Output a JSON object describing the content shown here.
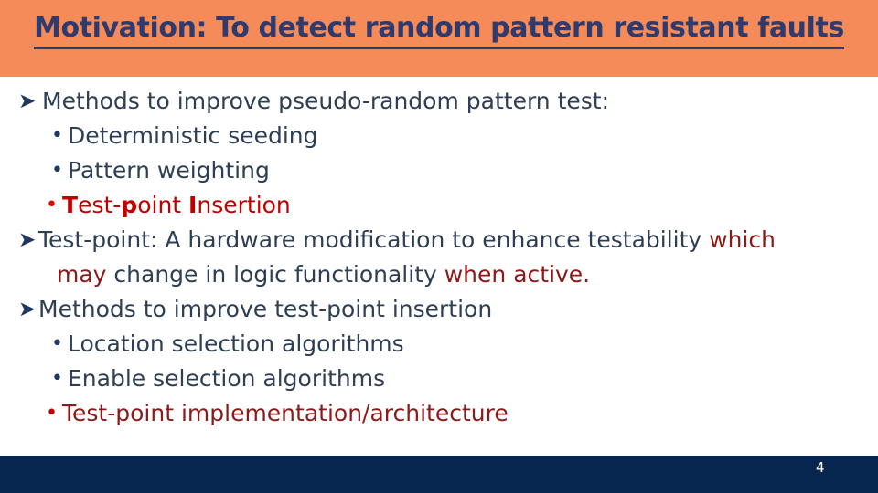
{
  "slide": {
    "title": "Motivation: To detect random pattern resistant faults",
    "page_number": "4",
    "colors": {
      "header_band": "#F58B58",
      "footer_band": "#06264F",
      "title_text": "#2F3A6E",
      "body_text": "#2E3F54",
      "accent_dark_red": "#8B1A1A",
      "accent_bright_red": "#C00000"
    },
    "content": [
      {
        "level": 1,
        "bullet": "arrow-bullet-icon",
        "bullet_glyph": "➤",
        "text": "Methods to improve pseudo-random pattern test:"
      },
      {
        "level": 2,
        "bullet": "round-bullet-icon",
        "bullet_glyph": "•",
        "text": "Deterministic seeding"
      },
      {
        "level": 2,
        "bullet": "round-bullet-icon",
        "bullet_glyph": "•",
        "text": "Pattern weighting"
      },
      {
        "level": 2,
        "bullet": "round-bullet-icon",
        "bullet_glyph": "•",
        "text": "Test-point Insertion",
        "runs": [
          {
            "t": "T",
            "color": "bright-red",
            "weight": "semi"
          },
          {
            "t": "est-",
            "color": "bright-red"
          },
          {
            "t": "p",
            "color": "bright-red",
            "weight": "semi"
          },
          {
            "t": "oint ",
            "color": "bright-red"
          },
          {
            "t": "I",
            "color": "bright-red",
            "weight": "semi"
          },
          {
            "t": "nsertion",
            "color": "bright-red"
          }
        ]
      },
      {
        "level": 1,
        "bullet": "arrow-bullet-icon",
        "bullet_glyph": "➤",
        "text": "Test-point: A hardware modification to enhance testability  which",
        "runs": [
          {
            "t": "Test-point: A hardware modification to enhance testability ",
            "color": "navy"
          },
          {
            "t": " which",
            "color": "dark-red"
          }
        ]
      },
      {
        "level": 0,
        "continuation": true,
        "text": "may change in logic functionality when active.",
        "runs": [
          {
            "t": "may",
            "color": "dark-red"
          },
          {
            "t": " change in logic functionality ",
            "color": "navy"
          },
          {
            "t": "when active.",
            "color": "dark-red"
          }
        ]
      },
      {
        "level": 1,
        "bullet": "arrow-bullet-icon",
        "bullet_glyph": "➤",
        "text": "Methods to improve test-point insertion"
      },
      {
        "level": 2,
        "bullet": "round-bullet-icon",
        "bullet_glyph": "•",
        "text": "Location selection algorithms"
      },
      {
        "level": 2,
        "bullet": "round-bullet-icon",
        "bullet_glyph": "•",
        "text": "Enable selection algorithms"
      },
      {
        "level": 2,
        "bullet": "round-bullet-icon",
        "bullet_glyph": "•",
        "text": "Test-point implementation/architecture"
      }
    ]
  }
}
